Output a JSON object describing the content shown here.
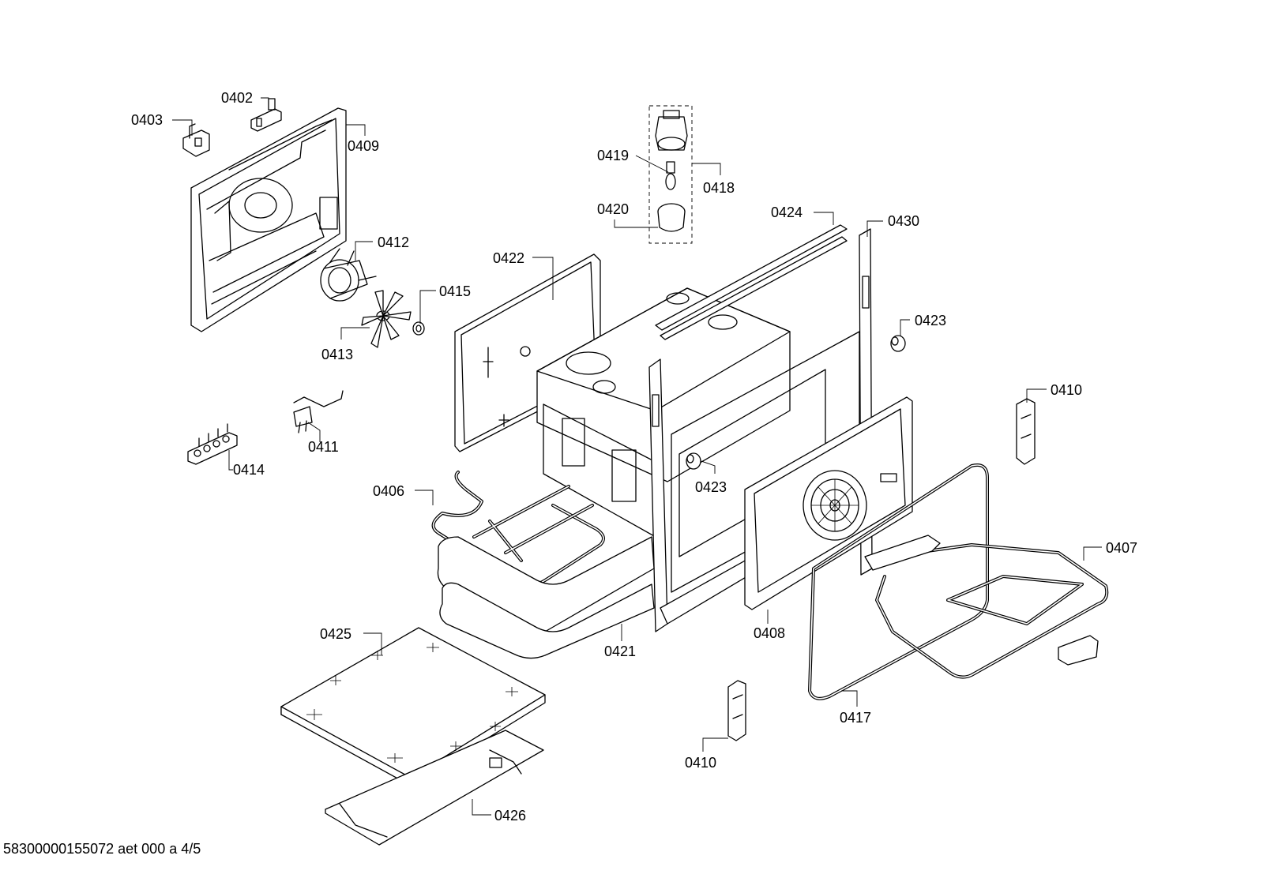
{
  "document_id": "58300000155072 aet 000 a 4/5",
  "callouts": {
    "c0402": "0402",
    "c0403": "0403",
    "c0409": "0409",
    "c0412": "0412",
    "c0415": "0415",
    "c0413": "0413",
    "c0411": "0411",
    "c0414": "0414",
    "c0406": "0406",
    "c0419": "0419",
    "c0418": "0418",
    "c0420": "0420",
    "c0422": "0422",
    "c0424": "0424",
    "c0430": "0430",
    "c0423a": "0423",
    "c0423b": "0423",
    "c0410a": "0410",
    "c0410b": "0410",
    "c0407": "0407",
    "c0408": "0408",
    "c0421": "0421",
    "c0417": "0417",
    "c0425": "0425",
    "c0426": "0426"
  }
}
